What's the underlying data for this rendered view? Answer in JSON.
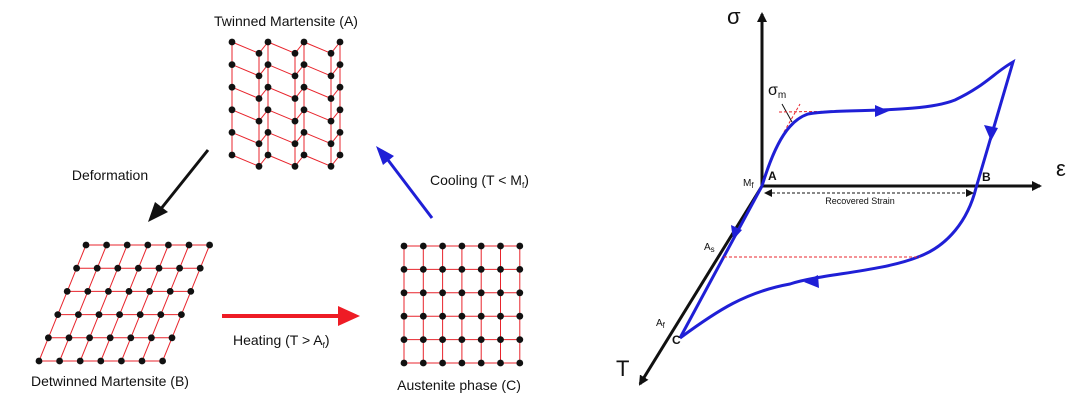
{
  "colors": {
    "lattice_line": "#e8242c",
    "atom": "#111111",
    "arrow_black": "#111111",
    "arrow_red": "#ee1c25",
    "arrow_blue": "#1f1fd6",
    "curve": "#1f1fd6",
    "dashed_red": "#e8242c"
  },
  "cycle": {
    "twinned": {
      "label": "Twinned Martensite (A)"
    },
    "detwinned": {
      "label": "Detwinned Martensite (B)"
    },
    "austenite": {
      "label": "Austenite phase (C)"
    },
    "deformation": {
      "label": "Deformation"
    },
    "heating": {
      "label": "Heating (T > A",
      "sub": "f",
      "close": ")"
    },
    "cooling": {
      "label": "Cooling (T < M",
      "sub": "f",
      "close": ")"
    }
  },
  "graph": {
    "axis_stress": "σ",
    "axis_strain": "ε",
    "axis_temp": "T",
    "sigma_m": "σ",
    "sigma_m_sub": "m",
    "point_a": "A",
    "point_b": "B",
    "point_c": "C",
    "mf_main": "M",
    "mf_sub": "f",
    "as_main": "A",
    "as_sub": "s",
    "af_main": "A",
    "af_sub": "f",
    "recovered_strain": "Recovered Strain"
  }
}
